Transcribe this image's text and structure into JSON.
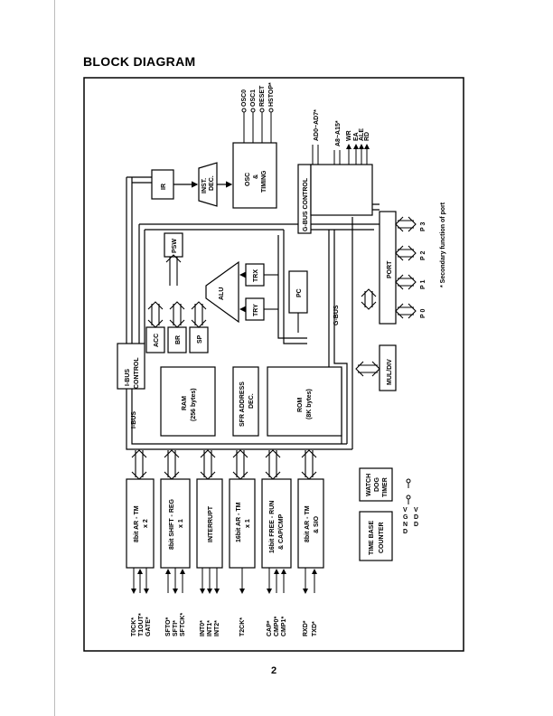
{
  "heading": "BLOCK DIAGRAM",
  "page_number": "2",
  "blocks": {
    "ir": "IR",
    "inst_dec": [
      "INST.",
      "DEC."
    ],
    "osc": [
      "OSC",
      "&",
      "TIMING"
    ],
    "gbus_control": "G-BUS CONTROL",
    "psw": "PSW",
    "alu": "ALU",
    "trx": "TRX",
    "try": "TRY",
    "pc": "PC",
    "acc": "ACC",
    "br": "BR",
    "sp": "SP",
    "ibus_control": [
      "I-BUS",
      "CONTROL"
    ],
    "ram": [
      "RAM",
      "(256 bytes)"
    ],
    "sfr": [
      "SFR ADDRESS",
      "DEC."
    ],
    "rom": [
      "ROM",
      "(8K bytes)"
    ],
    "port": "PORT",
    "muldiv": "MUL/DIV",
    "watchdog": [
      "WATCH",
      "DOG",
      "TIMER"
    ],
    "timebase": [
      "TIME BASE",
      "COUNTER"
    ],
    "ar_tm_2": [
      "8bit AR - TM",
      "x 2"
    ],
    "shift_reg": [
      "8bit SHIFT - REG",
      "x 1"
    ],
    "interrupt": "INTERRUPT",
    "ar_tm_16": [
      "16bit AR - TM",
      "x 1"
    ],
    "free_run": [
      "16bit FREE - RUN",
      "& CAP/CMP"
    ],
    "ar_tm_sio": [
      "8bit AR - TM",
      "& SIO"
    ]
  },
  "bus_labels": {
    "gbus": "G-BUS",
    "ibus": "I-BUS"
  },
  "top_signals": {
    "osc": [
      "OSC0",
      "OSC1",
      "RESET",
      "HSTOP*"
    ],
    "address_data": "AD0~AD7*",
    "address_high": "A8~A15*",
    "control": [
      "WR",
      "EA",
      "ALE",
      "RD"
    ]
  },
  "port_labels": [
    "P 3",
    "P 2",
    "P 1",
    "P 0"
  ],
  "power_pins": [
    "V",
    "G",
    "N",
    "D",
    "V",
    "D",
    "D"
  ],
  "bottom_signals": {
    "ar_tm_2": [
      "T0CK*",
      "T1OUT*",
      "GATE*"
    ],
    "shift_reg": [
      "SFTO*",
      "SFTI*",
      "SFTCK*"
    ],
    "interrupt": [
      "INT0*",
      "INT1*",
      "INT2*"
    ],
    "ar_tm_16": [
      "T2CK*"
    ],
    "free_run": [
      "CAP*",
      "CMP0*",
      "CMP1*"
    ],
    "ar_tm_sio": [
      "RXD*",
      "TXD*"
    ]
  },
  "footnote": "* Secondary function of port"
}
